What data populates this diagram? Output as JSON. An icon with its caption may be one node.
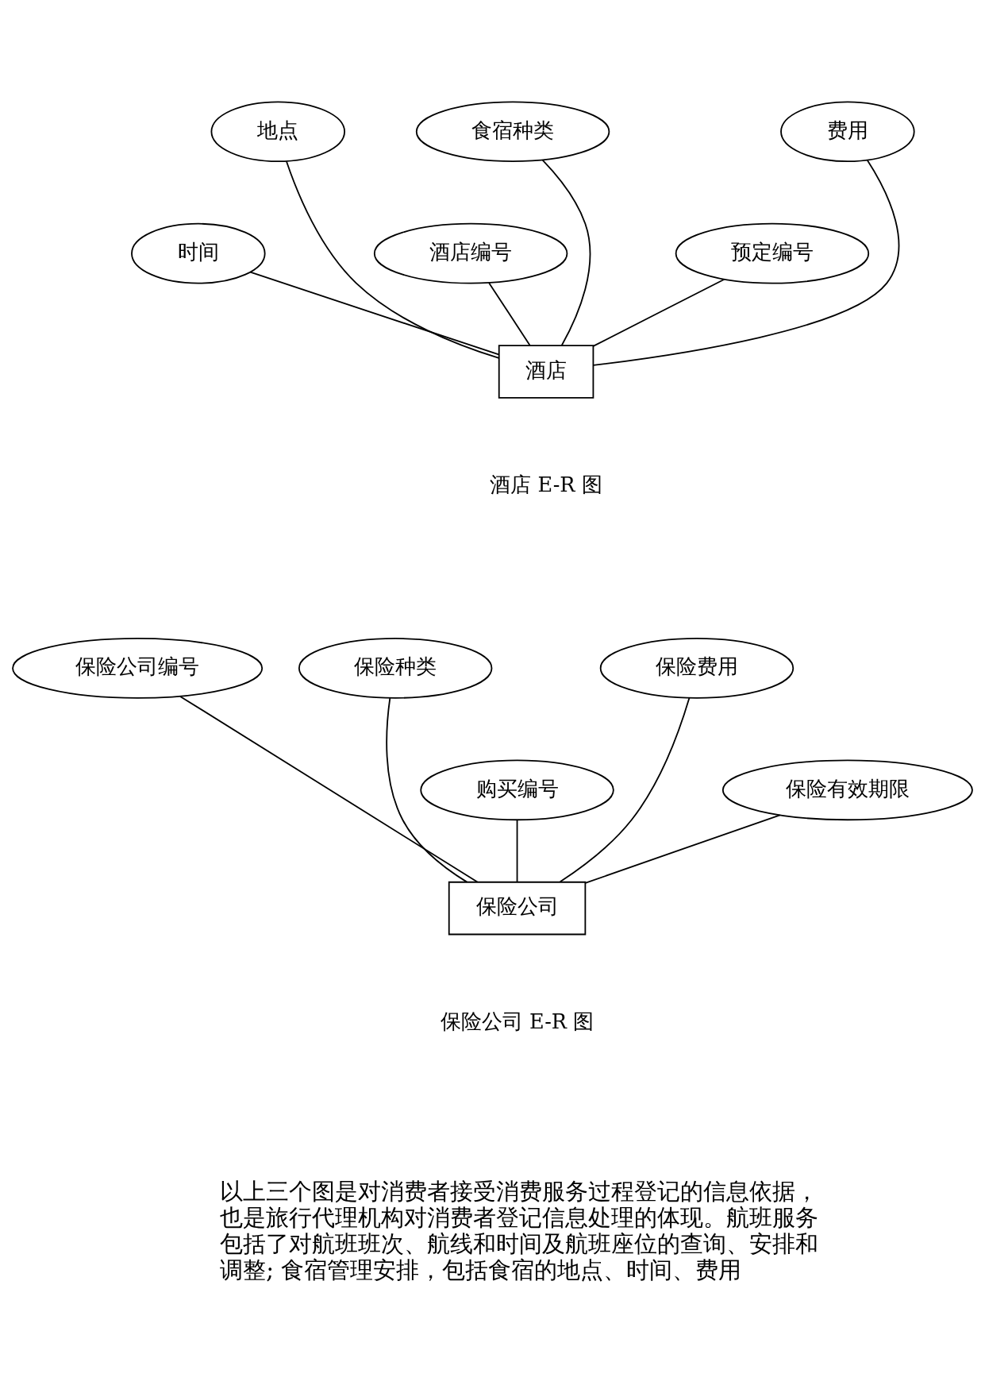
{
  "diagram": {
    "nodes": [
      {
        "text": [
          "地点"
        ]
      },
      {
        "text": [
          "食宿种类"
        ]
      },
      {
        "text": [
          "费用"
        ]
      },
      {
        "text": [
          "时间"
        ]
      },
      {
        "text": [
          "酒店编号"
        ]
      },
      {
        "text": [
          "预定编号"
        ]
      },
      {
        "text": [
          "酒店"
        ]
      },
      {
        "text": [
          "保险种类"
        ]
      },
      {
        "text": [
          "保险公司编号"
        ]
      },
      {
        "text": [
          "保险费用"
        ]
      },
      {
        "text": [
          "购买编号"
        ]
      },
      {
        "text": [
          "保险有效期限"
        ]
      },
      {
        "text": [
          "保险公司"
        ]
      }
    ],
    "edges": [
      {
        "from": 3,
        "to": 6,
        "arrow": "none"
      },
      {
        "from": 0,
        "to": 6,
        "arrow": "none"
      },
      {
        "from": 1,
        "to": 6,
        "arrow": "none"
      },
      {
        "from": 2,
        "to": 6,
        "arrow": "none"
      },
      {
        "from": 4,
        "to": 6,
        "arrow": "none"
      },
      {
        "from": 5,
        "to": 6,
        "arrow": "none"
      },
      {
        "from": 10,
        "to": 12,
        "arrow": "none"
      },
      {
        "from": 7,
        "to": 12,
        "arrow": "none"
      },
      {
        "from": 8,
        "to": 12,
        "arrow": "none"
      },
      {
        "from": 9,
        "to": 12,
        "arrow": "none"
      },
      {
        "from": 11,
        "to": 12,
        "arrow": "none"
      }
    ],
    "labels": [
      "酒店 E-R 图",
      "保险公司 E-R 图",
      "以上三个图是对消费者接受消费服务过程登记的信息依据，也是旅行代理机构对消费者登记信息处理的体现。航班服务包括了对航班班次、航线和时间及航班座位的查询、安排和调整; 食宿管理安排，包括食宿的地点、时间、费用"
    ]
  }
}
